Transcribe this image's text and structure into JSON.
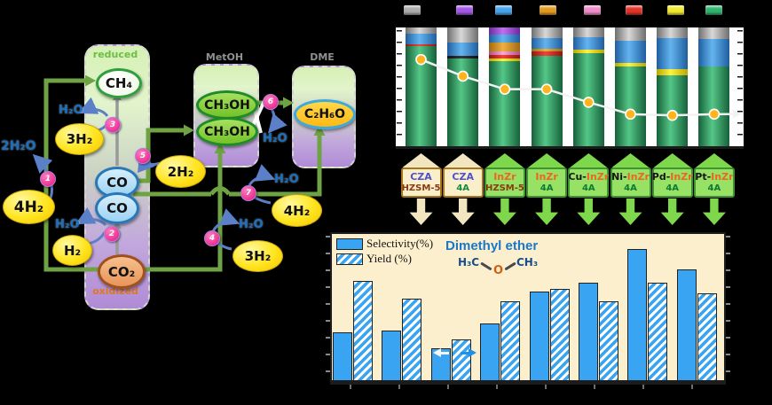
{
  "scheme": {
    "column": {
      "top_label": "reduced",
      "bottom_label": "oxidized"
    },
    "boxes": {
      "meoh_label": "MetOH",
      "dme_label": "DME"
    },
    "species": {
      "ch4": "CH₄",
      "co_top": "CO",
      "co_bottom": "CO",
      "co2": "CO₂",
      "meoh_top": "CH₃OH",
      "meoh_bottom": "CH₃OH",
      "dme": "C₂H₆O"
    },
    "bubbles": {
      "b_4h2_left": "4H₂",
      "b_2h2o_left": "2H₂O",
      "b_3h2_upper": "3H₂",
      "b_h2o_upper": "H₂O",
      "b_h2_lower": "H₂",
      "b_h2o_lower": "H₂O",
      "b_2h2_mid": "2H₂",
      "b_3h2_right": "3H₂",
      "b_h2o_step4": "H₂O",
      "b_4h2_right": "4H₂",
      "b_h2o_step7": "H₂O",
      "b_h2o_step6": "H₂O"
    },
    "steps": [
      "1",
      "2",
      "3",
      "4",
      "5",
      "6",
      "7"
    ]
  },
  "chart_data": [
    {
      "type": "bar",
      "subtype": "stacked-percent-with-line",
      "title": "",
      "categories": [
        "CZA/HZSM-5",
        "CZA/4A",
        "InZr/HZSM-5",
        "InZr/4A",
        "Cu-InZr/4A",
        "Ni-InZr/4A",
        "Pd-InZr/4A",
        "Pt-InZr/4A"
      ],
      "legend_swatches": [
        "gray",
        "purple",
        "blue",
        "orange",
        "pink",
        "red",
        "yellow",
        "green"
      ],
      "palette": {
        "gray": "#acacac",
        "purple": "#a558e6",
        "blue": "#47a4ec",
        "orange": "#e39a20",
        "pink": "#f08cc8",
        "red": "#e23428",
        "yellow": "#f2e930",
        "green": "#2fb56e",
        "black": "#1a1a1a"
      },
      "bars": [
        {
          "segments": [
            {
              "c": "green",
              "v": 84
            },
            {
              "c": "red",
              "v": 2
            },
            {
              "c": "blue",
              "v": 9
            },
            {
              "c": "gray",
              "v": 5
            }
          ]
        },
        {
          "segments": [
            {
              "c": "green",
              "v": 74
            },
            {
              "c": "black",
              "v": 2
            },
            {
              "c": "blue",
              "v": 11
            },
            {
              "c": "gray",
              "v": 13
            }
          ]
        },
        {
          "segments": [
            {
              "c": "green",
              "v": 72
            },
            {
              "c": "yellow",
              "v": 2
            },
            {
              "c": "red",
              "v": 3
            },
            {
              "c": "pink",
              "v": 3
            },
            {
              "c": "orange",
              "v": 7
            },
            {
              "c": "blue",
              "v": 7
            },
            {
              "c": "purple",
              "v": 6
            }
          ]
        },
        {
          "segments": [
            {
              "c": "green",
              "v": 76
            },
            {
              "c": "red",
              "v": 4
            },
            {
              "c": "orange",
              "v": 2
            },
            {
              "c": "blue",
              "v": 9
            },
            {
              "c": "gray",
              "v": 9
            }
          ]
        },
        {
          "segments": [
            {
              "c": "green",
              "v": 78
            },
            {
              "c": "yellow",
              "v": 3
            },
            {
              "c": "blue",
              "v": 11
            },
            {
              "c": "gray",
              "v": 8
            }
          ]
        },
        {
          "segments": [
            {
              "c": "green",
              "v": 67
            },
            {
              "c": "yellow",
              "v": 3
            },
            {
              "c": "blue",
              "v": 19
            },
            {
              "c": "gray",
              "v": 11
            }
          ]
        },
        {
          "segments": [
            {
              "c": "green",
              "v": 60
            },
            {
              "c": "yellow",
              "v": 5
            },
            {
              "c": "blue",
              "v": 26
            },
            {
              "c": "gray",
              "v": 9
            }
          ]
        },
        {
          "segments": [
            {
              "c": "green",
              "v": 67
            },
            {
              "c": "blue",
              "v": 23
            },
            {
              "c": "gray",
              "v": 10
            }
          ]
        }
      ],
      "line_series": {
        "name": "trend",
        "color": "#ffb41e",
        "values": [
          73,
          59,
          48,
          48,
          37,
          27,
          26,
          27
        ]
      },
      "ylim": [
        0,
        100
      ],
      "grid": false
    },
    {
      "type": "bar",
      "title": "Dimethyl ether",
      "molecule": {
        "left": "H₃C",
        "center": "O",
        "right": "CH₃"
      },
      "legend": [
        {
          "label": "Selectivity(%)",
          "style": "solid"
        },
        {
          "label": "Yield (%)",
          "style": "hatched"
        }
      ],
      "categories": [
        "CZA/HZSM-5",
        "CZA/4A",
        "InZr/HZSM-5",
        "InZr/4A",
        "Cu-InZr/4A",
        "Ni-InZr/4A",
        "Pd-InZr/4A",
        "Pt-InZr/4A"
      ],
      "series": [
        {
          "name": "Selectivity(%)",
          "values": [
            33,
            34,
            22,
            39,
            61,
            67,
            90,
            76
          ]
        },
        {
          "name": "Yield (%)",
          "values": [
            68,
            56,
            28,
            54,
            63,
            54,
            67,
            60
          ]
        }
      ],
      "ylim": [
        0,
        100
      ],
      "bar_color": "#38a4f2",
      "plot_background": "#fbefce",
      "grid": false
    }
  ],
  "catalysts": [
    {
      "style": "cream",
      "line1": [
        {
          "t": "CZA",
          "c": "#5050d2"
        }
      ],
      "line2": {
        "t": "HZSM-5",
        "c": "#8a3a10"
      }
    },
    {
      "style": "cream",
      "line1": [
        {
          "t": "CZA",
          "c": "#5050d2"
        }
      ],
      "line2": {
        "t": "4A",
        "c": "#178a40"
      }
    },
    {
      "style": "green",
      "line1": [
        {
          "t": "InZr",
          "c": "#f06420"
        }
      ],
      "line2": {
        "t": "HZSM-5",
        "c": "#8a3a10"
      }
    },
    {
      "style": "green",
      "line1": [
        {
          "t": "InZr",
          "c": "#f06420"
        }
      ],
      "line2": {
        "t": "4A",
        "c": "#0e7a34"
      }
    },
    {
      "style": "green",
      "line1": [
        {
          "t": "Cu-",
          "c": "#151515"
        },
        {
          "t": "InZr",
          "c": "#f06420"
        }
      ],
      "line2": {
        "t": "4A",
        "c": "#0e7a34"
      }
    },
    {
      "style": "green",
      "line1": [
        {
          "t": "Ni-",
          "c": "#151515"
        },
        {
          "t": "InZr",
          "c": "#f06420"
        }
      ],
      "line2": {
        "t": "4A",
        "c": "#0e7a34"
      }
    },
    {
      "style": "green",
      "line1": [
        {
          "t": "Pd-",
          "c": "#151515"
        },
        {
          "t": "InZr",
          "c": "#f06420"
        }
      ],
      "line2": {
        "t": "4A",
        "c": "#0e7a34"
      }
    },
    {
      "style": "green",
      "line1": [
        {
          "t": "Pt-",
          "c": "#151515"
        },
        {
          "t": "InZr",
          "c": "#f06420"
        }
      ],
      "line2": {
        "t": "4A",
        "c": "#0e7a34"
      }
    }
  ],
  "colors": {
    "pipe_green": "#6fa243",
    "h2o_blue": "#1b6fc0",
    "step_pink": "#ee2e8c",
    "cream_fill": "#f9efcb",
    "cream_border": "#a8761a",
    "green_fill": "#97e164",
    "green_border": "#3e9432",
    "trend_dot": "#ffb41e"
  }
}
